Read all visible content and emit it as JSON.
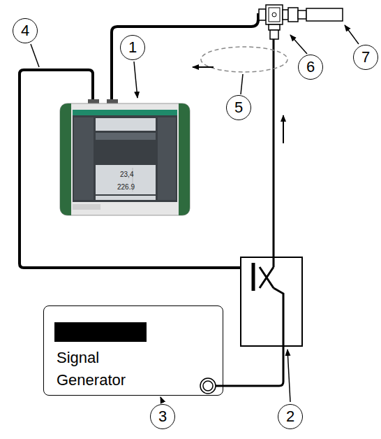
{
  "diagram": {
    "nodes": [
      {
        "text": [
          "Signal Generator"
        ]
      }
    ],
    "labels": [
      "1",
      "2",
      "3",
      "4",
      "5",
      "6",
      "7",
      "23,4",
      "226.9"
    ]
  }
}
